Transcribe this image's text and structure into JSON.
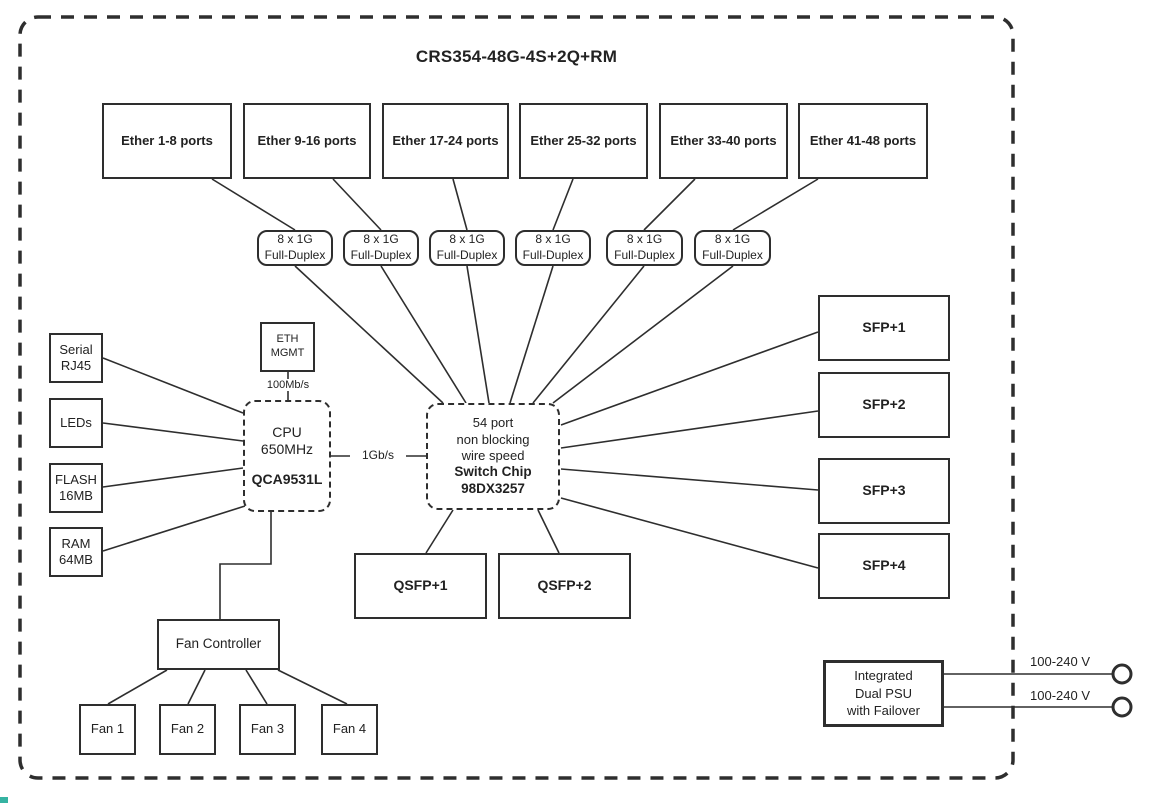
{
  "diagram_title": "CRS354-48G-4S+2Q+RM",
  "ether_groups": [
    {
      "label": "Ether 1-8 ports"
    },
    {
      "label": "Ether 9-16 ports"
    },
    {
      "label": "Ether 17-24 ports"
    },
    {
      "label": "Ether 25-32 ports"
    },
    {
      "label": "Ether 33-40 ports"
    },
    {
      "label": "Ether 41-48 ports"
    }
  ],
  "phy_links": [
    {
      "line1": "8 x 1G",
      "line2": "Full-Duplex"
    },
    {
      "line1": "8 x 1G",
      "line2": "Full-Duplex"
    },
    {
      "line1": "8 x 1G",
      "line2": "Full-Duplex"
    },
    {
      "line1": "8 x 1G",
      "line2": "Full-Duplex"
    },
    {
      "line1": "8 x 1G",
      "line2": "Full-Duplex"
    },
    {
      "line1": "8 x 1G",
      "line2": "Full-Duplex"
    }
  ],
  "peripherals": [
    {
      "line1": "Serial",
      "line2": "RJ45"
    },
    {
      "line1": "LEDs",
      "line2": ""
    },
    {
      "line1": "FLASH",
      "line2": "16MB"
    },
    {
      "line1": "RAM",
      "line2": "64MB"
    }
  ],
  "eth_mgmt": {
    "line1": "ETH",
    "line2": "MGMT",
    "speed_label": "100Mb/s"
  },
  "cpu": {
    "line1": "CPU",
    "line2": "650MHz",
    "model": "QCA9531L"
  },
  "cpu_switch_link": {
    "label": "1Gb/s"
  },
  "switch_chip": {
    "line1": "54 port",
    "line2": "non blocking",
    "line3": "wire speed",
    "line4": "Switch Chip",
    "line5": "98DX3257"
  },
  "sfp_ports": [
    {
      "label": "SFP+1"
    },
    {
      "label": "SFP+2"
    },
    {
      "label": "SFP+3"
    },
    {
      "label": "SFP+4"
    }
  ],
  "qsfp_ports": [
    {
      "label": "QSFP+1"
    },
    {
      "label": "QSFP+2"
    }
  ],
  "fan_controller": {
    "label": "Fan Controller"
  },
  "fans": [
    {
      "label": "Fan 1"
    },
    {
      "label": "Fan 2"
    },
    {
      "label": "Fan 3"
    },
    {
      "label": "Fan 4"
    }
  ],
  "psu": {
    "line1": "Integrated",
    "line2": "Dual PSU",
    "line3": "with Failover",
    "input1_label": "100-240 V",
    "input2_label": "100-240 V"
  },
  "colors": {
    "line": "#2e2e2e",
    "text": "#222222",
    "background": "#ffffff",
    "corner_artifact": "#35b3a2"
  }
}
